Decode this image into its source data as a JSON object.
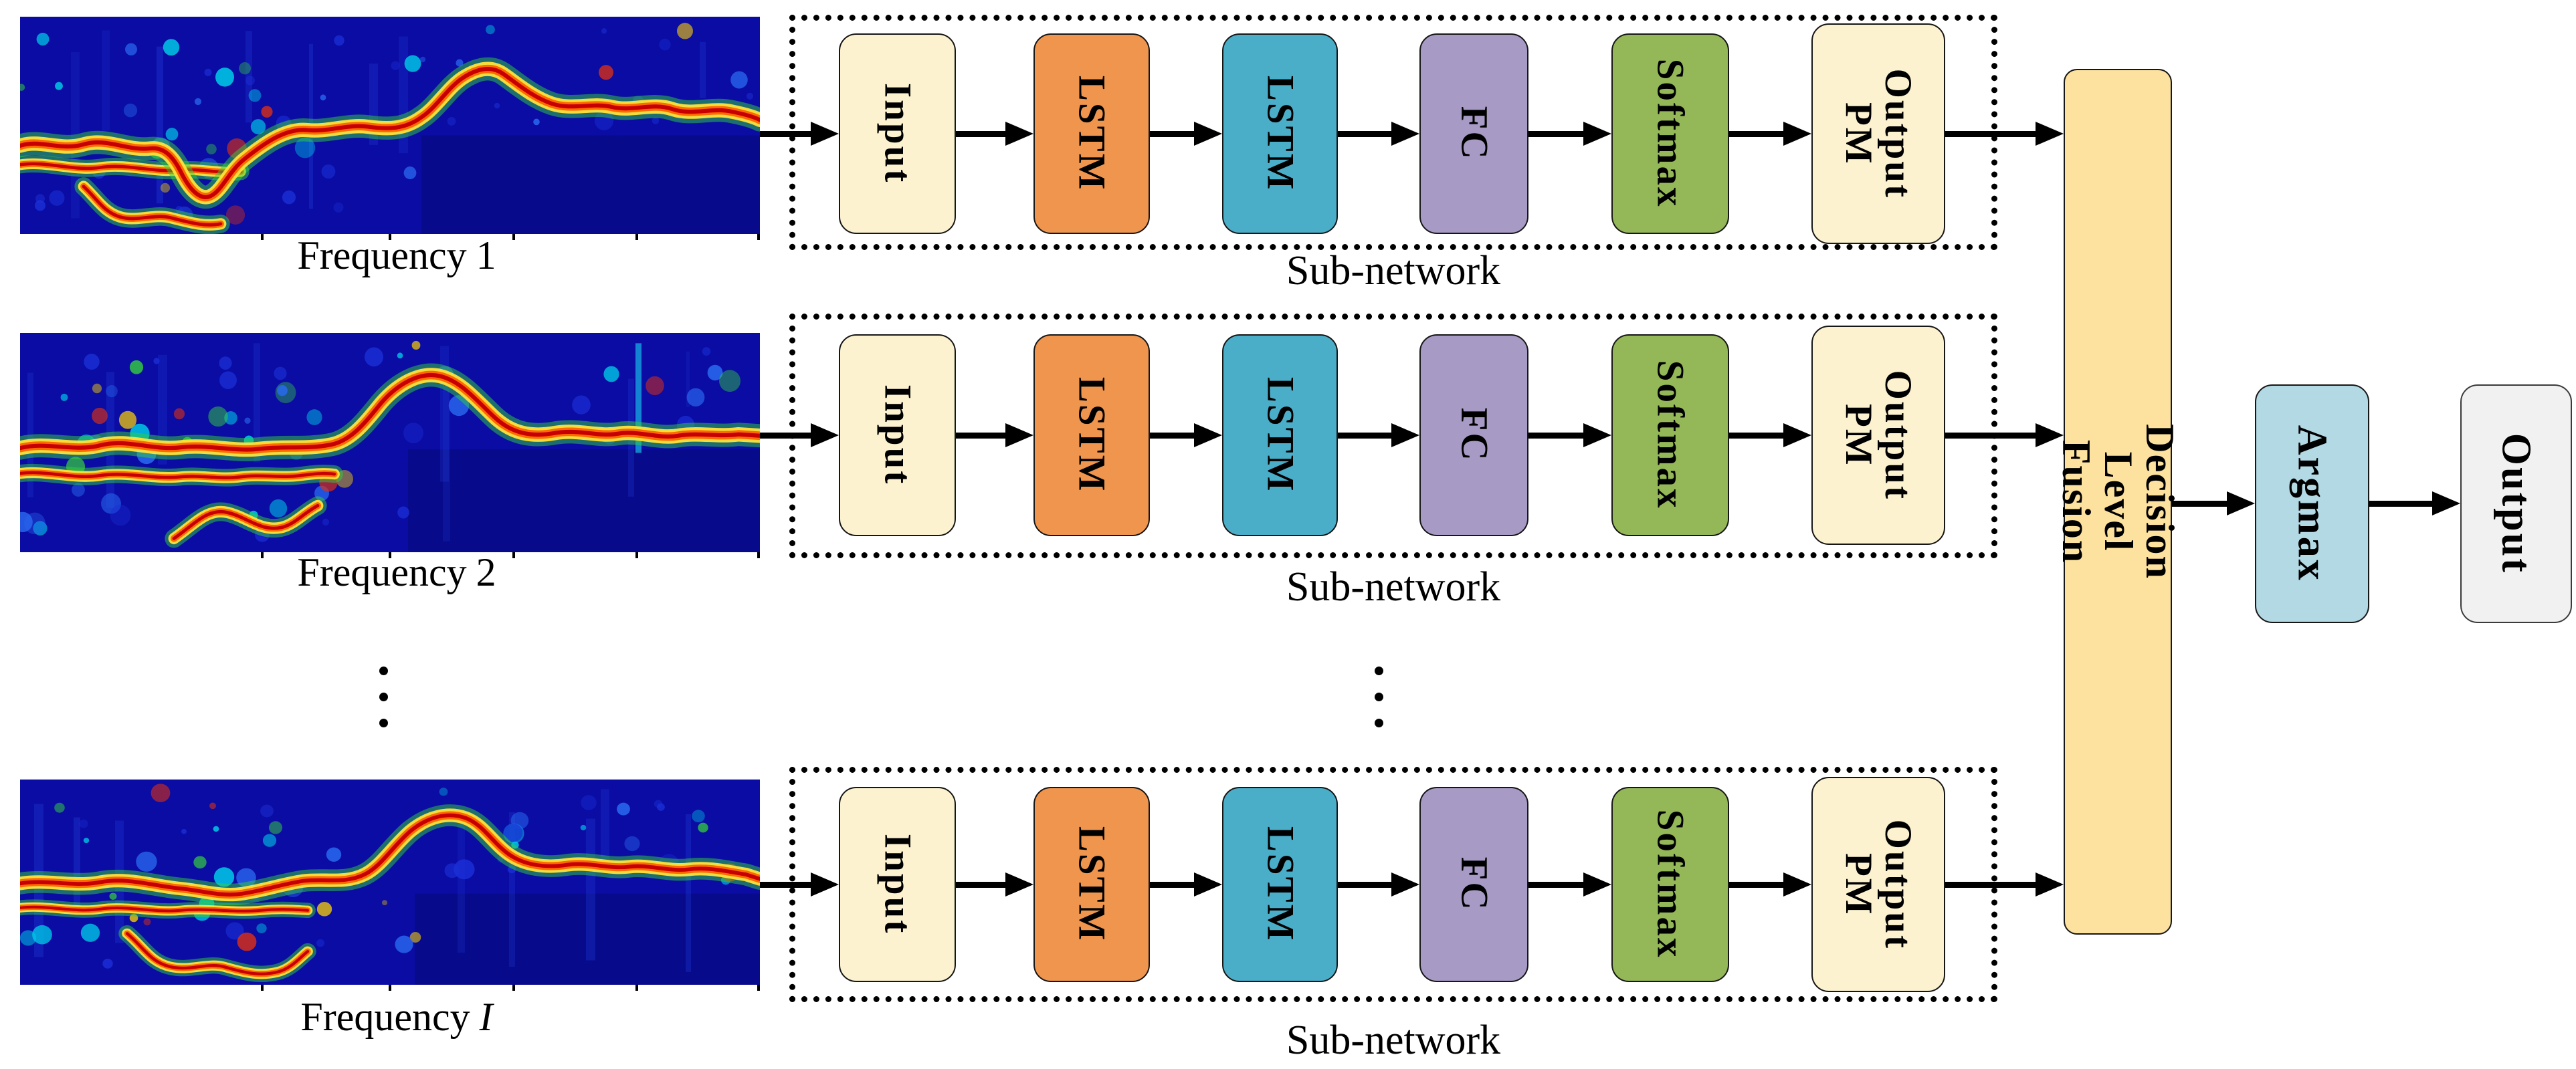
{
  "diagram": {
    "inputs": [
      {
        "label_prefix": "Frequency",
        "label_index": "1"
      },
      {
        "label_prefix": "Frequency",
        "label_index": "2"
      },
      {
        "label_prefix": "Frequency",
        "label_index": "I"
      }
    ],
    "subnetwork": {
      "caption": "Sub-network",
      "blocks": [
        {
          "label": "Input",
          "color": "#FCF2D0"
        },
        {
          "label": "LSTM",
          "color": "#F0954E"
        },
        {
          "label": "LSTM",
          "color": "#4AAEC9"
        },
        {
          "label": "FC",
          "color": "#A79AC5"
        },
        {
          "label": "Softmax",
          "color": "#94B857"
        },
        {
          "label": "Output\nPM",
          "color": "#FCF2D0"
        }
      ]
    },
    "fusion": {
      "label": "Decision Level Fusion",
      "color": "#FDE19E"
    },
    "argmax": {
      "label": "Argmax",
      "color": "#B3D9E4"
    },
    "final": {
      "label": "Output",
      "color": "#F1F1F1"
    }
  }
}
